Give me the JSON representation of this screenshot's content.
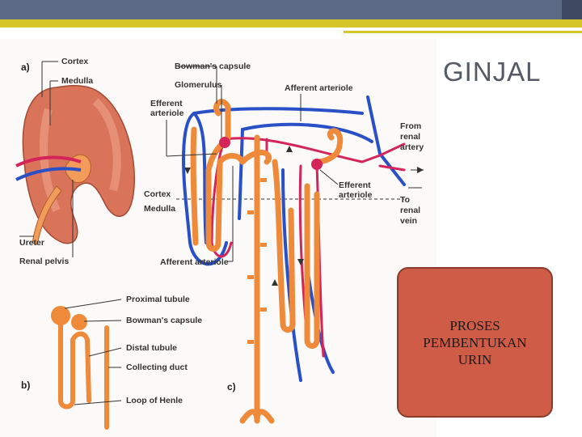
{
  "slide": {
    "title": "GINJAL",
    "card_text": "PROSES\nPEMBENTUKAN\nURIN"
  },
  "figure": {
    "panel_a": "a)",
    "panel_b": "b)",
    "panel_c": "c)",
    "kidney_labels": {
      "cortex": "Cortex",
      "medulla": "Medulla",
      "ureter": "Ureter",
      "renal_pelvis": "Renal pelvis"
    },
    "nephron_labels": {
      "proximal_tubule": "Proximal tubule",
      "bowmans_capsule": "Bowman's capsule",
      "distal_tubule": "Distal tubule",
      "collecting_duct": "Collecting duct",
      "loop_of_henle": "Loop of Henle"
    },
    "vessel_labels": {
      "bowmans_capsule": "Bowman's capsule",
      "glomerulus": "Glomerulus",
      "efferent_arteriole_1": "Efferent",
      "efferent_arteriole_2": "arteriole",
      "afferent_arteriole_top": "Afferent arteriole",
      "from_renal_artery_1": "From",
      "from_renal_artery_2": "renal",
      "from_renal_artery_3": "artery",
      "efferent_arteriole_right_1": "Efferent",
      "efferent_arteriole_right_2": "arteriole",
      "to_renal_vein_1": "To",
      "to_renal_vein_2": "renal",
      "to_renal_vein_3": "vein",
      "cortex": "Cortex",
      "medulla": "Medulla",
      "afferent_arteriole_bottom": "Afferent arteriole"
    }
  },
  "colors": {
    "topbar": "#5d6a85",
    "accent": "#d7c62a",
    "card": "#cf5c47",
    "tubule": "#ee8a3a",
    "artery": "#d4245a",
    "vein": "#2a50c8",
    "kidney": "#d9735a"
  }
}
